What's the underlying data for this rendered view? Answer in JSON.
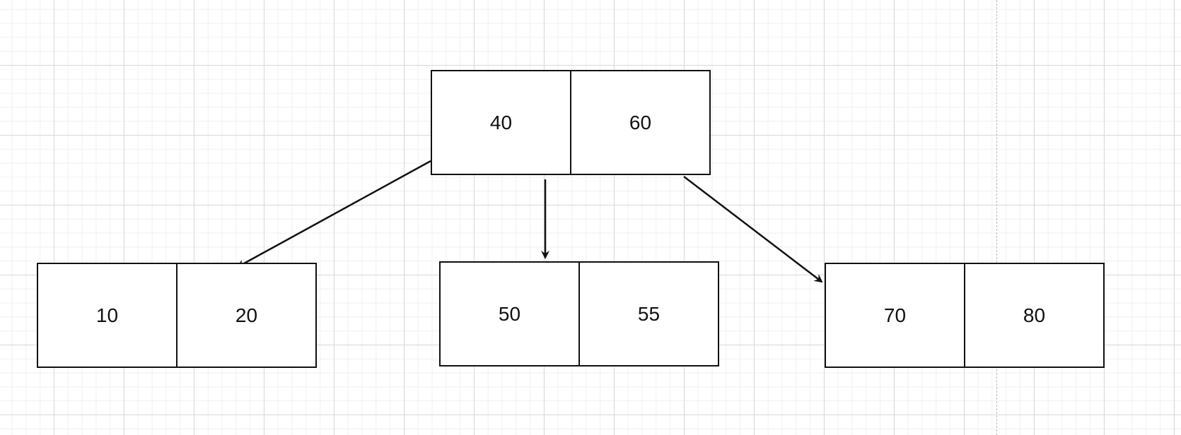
{
  "diagram": {
    "nodes": [
      {
        "id": "root",
        "keys": [
          "40",
          "60"
        ]
      },
      {
        "id": "left",
        "keys": [
          "10",
          "20"
        ]
      },
      {
        "id": "middle",
        "keys": [
          "50",
          "55"
        ]
      },
      {
        "id": "right",
        "keys": [
          "70",
          "80"
        ]
      }
    ],
    "edges": [
      {
        "from": "root",
        "to": "left"
      },
      {
        "from": "root",
        "to": "middle"
      },
      {
        "from": "root",
        "to": "right"
      }
    ]
  }
}
